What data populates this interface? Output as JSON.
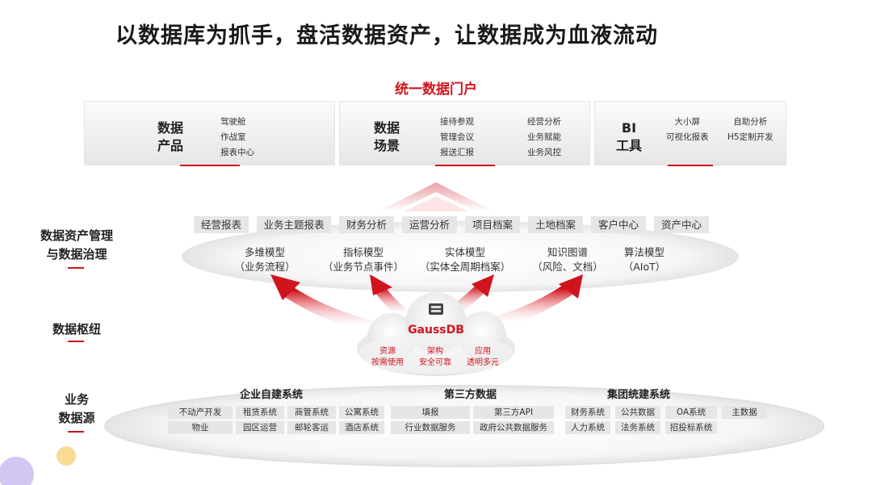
{
  "title": "以数据库为抓手，盘活数据资产，让数据成为血液流动",
  "portal": {
    "title": "统一数据门户",
    "panels": [
      {
        "title_l1": "数据",
        "title_l2": "产品",
        "col1": [
          "驾驶舱",
          "作战室",
          "报表中心"
        ]
      },
      {
        "title_l1": "数据",
        "title_l2": "场景",
        "col1": [
          "接待参观",
          "管理会议",
          "报送汇报"
        ],
        "col2": [
          "经营分析",
          "业务赋能",
          "业务风控"
        ]
      },
      {
        "title_l1": "BI",
        "title_l2": "工具",
        "col1": [
          "大小屏",
          "可视化报表"
        ],
        "col2": [
          "自助分析",
          "H5定制开发"
        ]
      }
    ]
  },
  "sections": {
    "asset_l1": "数据资产管理",
    "asset_l2": "与数据治理",
    "hub": "数据枢纽",
    "source_l1": "业务",
    "source_l2": "数据源"
  },
  "asset_tags": [
    "经营报表",
    "业务主题报表",
    "财务分析",
    "运营分析",
    "项目档案",
    "土地档案",
    "客户中心",
    "资产中心"
  ],
  "models": [
    {
      "name": "多维模型",
      "sub": "（业务流程）"
    },
    {
      "name": "指标模型",
      "sub": "（业务节点事件）"
    },
    {
      "name": "实体模型",
      "sub": "（实体全周期档案）"
    },
    {
      "name": "知识图谱",
      "sub": "（风险、文档）"
    },
    {
      "name": "算法模型",
      "sub": "（AIoT）"
    }
  ],
  "hub": {
    "name": "GaussDB",
    "features": [
      {
        "l1": "资源",
        "l2": "按需使用"
      },
      {
        "l1": "架构",
        "l2": "安全可靠"
      },
      {
        "l1": "应用",
        "l2": "透明多元"
      }
    ]
  },
  "sources": {
    "enterprise": {
      "title": "企业自建系统",
      "row1": [
        "不动产开发",
        "租赁系统",
        "商管系统",
        "公寓系统"
      ],
      "row2": [
        "物业",
        "园区运营",
        "邮轮客运",
        "酒店系统"
      ]
    },
    "third": {
      "title": "第三方数据",
      "row1": [
        "填报",
        "第三方API"
      ],
      "row2": [
        "行业数据服务",
        "政府公共数据服务"
      ]
    },
    "group": {
      "title": "集团统建系统",
      "row1": [
        "财务系统",
        "公共数据",
        "OA系统",
        "主数据"
      ],
      "row2": [
        "人力系统",
        "法务系统",
        "招投标系统"
      ]
    }
  },
  "colors": {
    "accent": "#d0141e",
    "tag_bg": "#e6e6e6"
  }
}
